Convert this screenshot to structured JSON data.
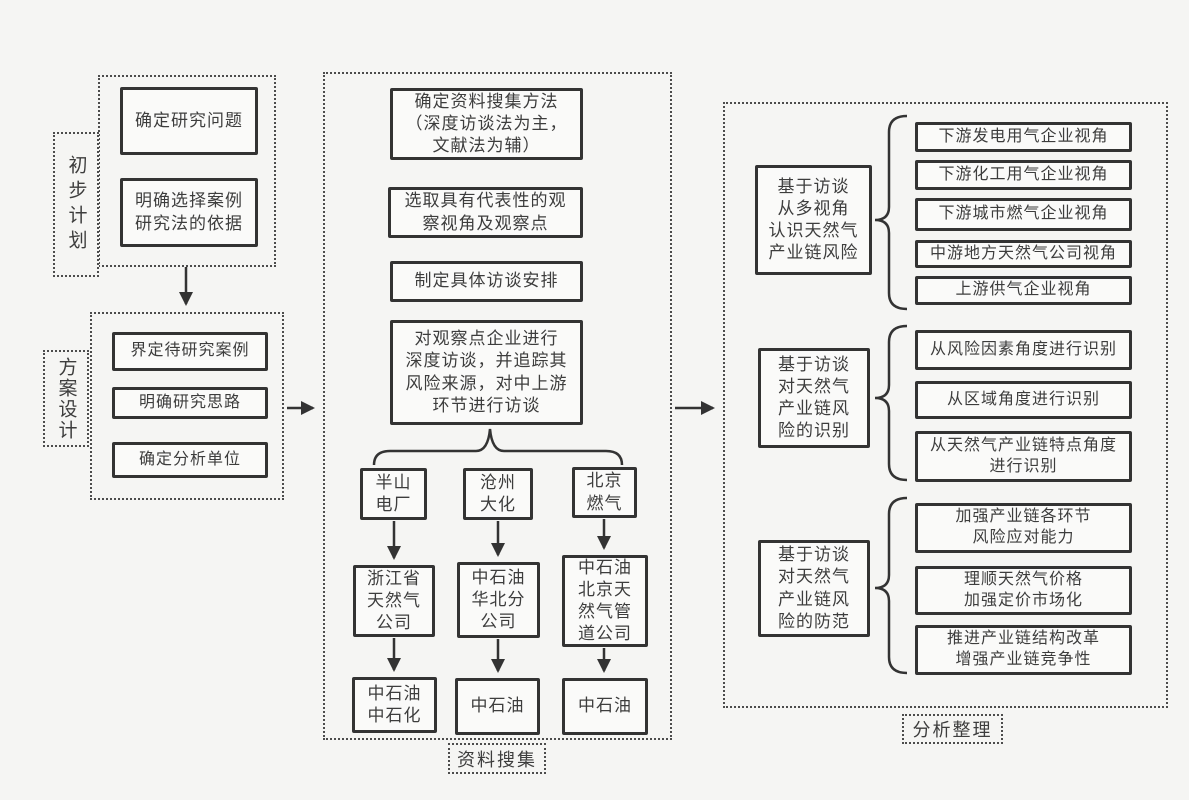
{
  "colors": {
    "background": "#f5f5f3",
    "line": "#333333",
    "text": "#3d3d3d"
  },
  "initial_plan": {
    "label": "初步计划",
    "steps": [
      "确定研究问题",
      "明确选择案例\n研究法的依据"
    ]
  },
  "scheme_design": {
    "label": "方案设计",
    "steps": [
      "界定待研究案例",
      "明确研究思路",
      "确定分析单位"
    ]
  },
  "data_collection": {
    "label": "资料搜集",
    "steps": [
      "确定资料搜集方法\n（深度访谈法为主，\n文献法为辅）",
      "选取具有代表性的观\n察视角及观察点",
      "制定具体访谈安排",
      "对观察点企业进行\n深度访谈，并追踪其\n风险来源，对中上游\n环节进行访谈"
    ],
    "cases": [
      {
        "site": "半山\n电厂",
        "midstream": "浙江省\n天然气\n公司",
        "upstream": "中石油\n中石化"
      },
      {
        "site": "沧州\n大化",
        "midstream": "中石油\n华北分\n公司",
        "upstream": "中石油"
      },
      {
        "site": "北京\n燃气",
        "midstream": "中石油\n北京天\n然气管\n道公司",
        "upstream": "中石油"
      }
    ]
  },
  "analysis": {
    "label": "分析整理",
    "groups": [
      {
        "source": "基于访谈\n从多视角\n认识天然气\n产业链风险",
        "targets": [
          "下游发电用气企业视角",
          "下游化工用气企业视角",
          "下游城市燃气企业视角",
          "中游地方天然气公司视角",
          "上游供气企业视角"
        ]
      },
      {
        "source": "基于访谈\n对天然气\n产业链风\n险的识别",
        "targets": [
          "从风险因素角度进行识别",
          "从区域角度进行识别",
          "从天然气产业链特点角度\n进行识别"
        ]
      },
      {
        "source": "基于访谈\n对天然气\n产业链风\n险的防范",
        "targets": [
          "加强产业链各环节\n风险应对能力",
          "理顺天然气价格\n加强定价市场化",
          "推进产业链结构改革\n增强产业链竞争性"
        ]
      }
    ]
  }
}
